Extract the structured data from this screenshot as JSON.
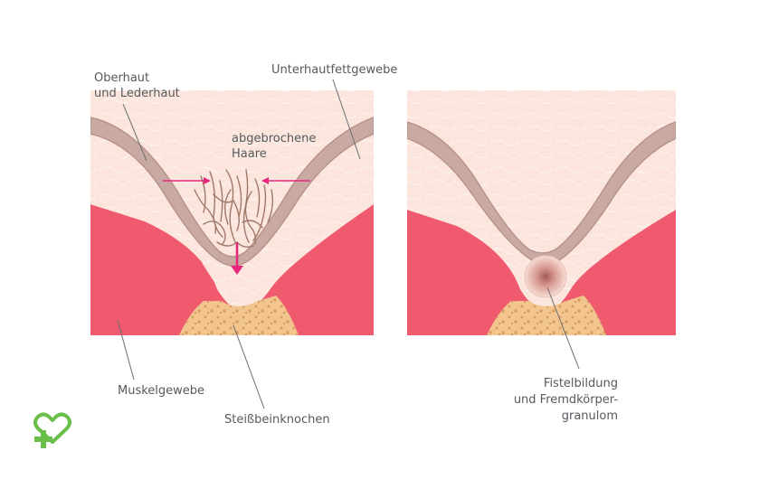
{
  "labels": {
    "skin": [
      "Oberhaut",
      "und Lederhaut"
    ],
    "fat": "Unterhautfettgewebe",
    "hair": [
      "abgebrochene",
      "Haare"
    ],
    "muscle": "Muskelgewebe",
    "bone": "Steißbeinknochen",
    "fistula": [
      "Fistelbildung",
      "und Fremdkörper-",
      "granulom"
    ]
  },
  "colors": {
    "skin": "#c9aaa2",
    "skin_outline": "#b89389",
    "fat": "#fbe5dd",
    "muscle": "#f05a6e",
    "bone": "#f2c58e",
    "bone_dots": "#d9a065",
    "arrow": "#e5287a",
    "hair": "#a07868",
    "logo": "#6abf4b"
  },
  "icons": {
    "logo": "heart-cross-logo-icon"
  }
}
